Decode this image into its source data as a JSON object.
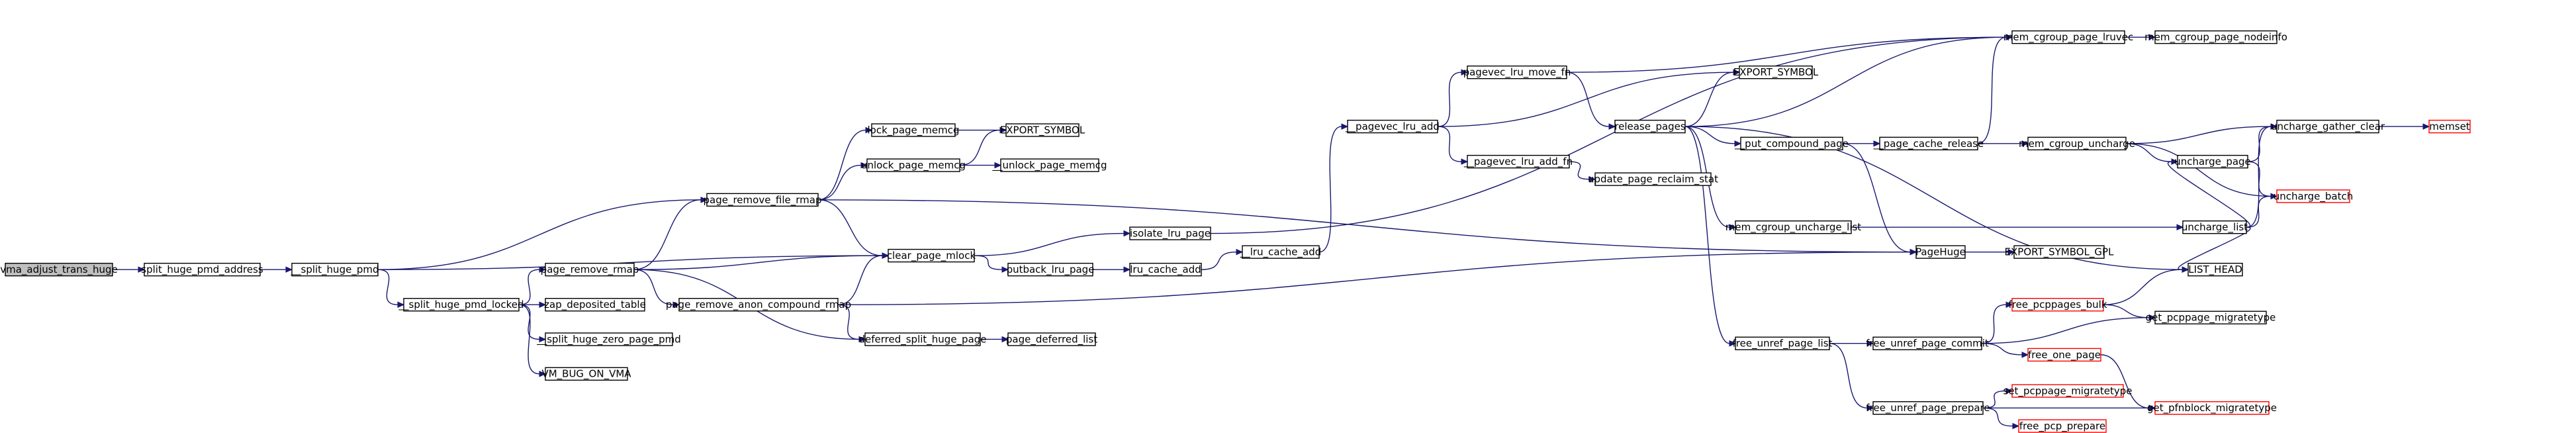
{
  "nodes": [
    {
      "id": "vma_adjust_trans_huge",
      "label": "vma_adjust_trans_huge",
      "root": true
    },
    {
      "id": "split_huge_pmd_address",
      "label": "split_huge_pmd_address"
    },
    {
      "id": "__split_huge_pmd",
      "label": "__split_huge_pmd"
    },
    {
      "id": "__split_huge_pmd_locked",
      "label": "__split_huge_pmd_locked"
    },
    {
      "id": "page_remove_rmap",
      "label": "page_remove_rmap"
    },
    {
      "id": "zap_deposited_table",
      "label": "zap_deposited_table"
    },
    {
      "id": "__split_huge_zero_page_pmd",
      "label": "__split_huge_zero_page_pmd"
    },
    {
      "id": "VM_BUG_ON_VMA",
      "label": "VM_BUG_ON_VMA"
    },
    {
      "id": "page_remove_file_rmap",
      "label": "page_remove_file_rmap"
    },
    {
      "id": "page_remove_anon_compound_rmap",
      "label": "page_remove_anon_compound_rmap"
    },
    {
      "id": "lock_page_memcg",
      "label": "lock_page_memcg"
    },
    {
      "id": "unlock_page_memcg",
      "label": "unlock_page_memcg"
    },
    {
      "id": "EXPORT_SYMBOL_1",
      "label": "EXPORT_SYMBOL"
    },
    {
      "id": "__unlock_page_memcg",
      "label": "__unlock_page_memcg"
    },
    {
      "id": "clear_page_mlock",
      "label": "clear_page_mlock"
    },
    {
      "id": "deferred_split_huge_page",
      "label": "deferred_split_huge_page"
    },
    {
      "id": "page_deferred_list",
      "label": "page_deferred_list"
    },
    {
      "id": "isolate_lru_page",
      "label": "isolate_lru_page"
    },
    {
      "id": "putback_lru_page",
      "label": "putback_lru_page"
    },
    {
      "id": "lru_cache_add",
      "label": "lru_cache_add"
    },
    {
      "id": "__lru_cache_add",
      "label": "__lru_cache_add"
    },
    {
      "id": "__pagevec_lru_add",
      "label": "__pagevec_lru_add"
    },
    {
      "id": "pagevec_lru_move_fn",
      "label": "pagevec_lru_move_fn"
    },
    {
      "id": "__pagevec_lru_add_fn",
      "label": "__pagevec_lru_add_fn"
    },
    {
      "id": "EXPORT_SYMBOL_2",
      "label": "EXPORT_SYMBOL"
    },
    {
      "id": "release_pages",
      "label": "release_pages"
    },
    {
      "id": "update_page_reclaim_stat",
      "label": "update_page_reclaim_stat"
    },
    {
      "id": "__put_compound_page",
      "label": "__put_compound_page"
    },
    {
      "id": "mem_cgroup_uncharge_list",
      "label": "mem_cgroup_uncharge_list"
    },
    {
      "id": "mem_cgroup_page_lruvec",
      "label": "mem_cgroup_page_lruvec"
    },
    {
      "id": "mem_cgroup_page_nodeinfo",
      "label": "mem_cgroup_page_nodeinfo"
    },
    {
      "id": "__page_cache_release",
      "label": "__page_cache_release"
    },
    {
      "id": "mem_cgroup_uncharge",
      "label": "mem_cgroup_uncharge"
    },
    {
      "id": "uncharge_gather_clear",
      "label": "uncharge_gather_clear"
    },
    {
      "id": "memset",
      "label": "memset",
      "red": true
    },
    {
      "id": "uncharge_page",
      "label": "uncharge_page"
    },
    {
      "id": "uncharge_list",
      "label": "uncharge_list"
    },
    {
      "id": "uncharge_batch",
      "label": "uncharge_batch",
      "red": true
    },
    {
      "id": "PageHuge",
      "label": "PageHuge"
    },
    {
      "id": "EXPORT_SYMBOL_GPL",
      "label": "EXPORT_SYMBOL_GPL"
    },
    {
      "id": "LIST_HEAD",
      "label": "LIST_HEAD"
    },
    {
      "id": "free_unref_page_list",
      "label": "free_unref_page_list"
    },
    {
      "id": "free_unref_page_commit",
      "label": "free_unref_page_commit"
    },
    {
      "id": "free_pcppages_bulk",
      "label": "free_pcppages_bulk",
      "red": true
    },
    {
      "id": "get_pcppage_migratetype",
      "label": "get_pcppage_migratetype"
    },
    {
      "id": "free_one_page",
      "label": "free_one_page",
      "red": true
    },
    {
      "id": "free_unref_page_prepare",
      "label": "free_unref_page_prepare"
    },
    {
      "id": "set_pcppage_migratetype",
      "label": "set_pcppage_migratetype",
      "red": true
    },
    {
      "id": "free_pcp_prepare",
      "label": "free_pcp_prepare",
      "red": true
    },
    {
      "id": "get_pfnblock_migratetype",
      "label": "get_pfnblock_migratetype",
      "red": true
    }
  ],
  "edges": [
    [
      "vma_adjust_trans_huge",
      "split_huge_pmd_address"
    ],
    [
      "split_huge_pmd_address",
      "__split_huge_pmd"
    ],
    [
      "__split_huge_pmd",
      "__split_huge_pmd_locked"
    ],
    [
      "__split_huge_pmd",
      "page_remove_file_rmap"
    ],
    [
      "__split_huge_pmd",
      "clear_page_mlock"
    ],
    [
      "__split_huge_pmd_locked",
      "page_remove_rmap"
    ],
    [
      "__split_huge_pmd_locked",
      "zap_deposited_table"
    ],
    [
      "__split_huge_pmd_locked",
      "__split_huge_zero_page_pmd"
    ],
    [
      "__split_huge_pmd_locked",
      "VM_BUG_ON_VMA"
    ],
    [
      "page_remove_rmap",
      "page_remove_file_rmap"
    ],
    [
      "page_remove_rmap",
      "page_remove_anon_compound_rmap"
    ],
    [
      "page_remove_rmap",
      "clear_page_mlock"
    ],
    [
      "page_remove_rmap",
      "deferred_split_huge_page"
    ],
    [
      "page_remove_file_rmap",
      "lock_page_memcg"
    ],
    [
      "page_remove_file_rmap",
      "unlock_page_memcg"
    ],
    [
      "page_remove_file_rmap",
      "clear_page_mlock"
    ],
    [
      "page_remove_file_rmap",
      "PageHuge"
    ],
    [
      "page_remove_anon_compound_rmap",
      "clear_page_mlock"
    ],
    [
      "page_remove_anon_compound_rmap",
      "deferred_split_huge_page"
    ],
    [
      "page_remove_anon_compound_rmap",
      "PageHuge"
    ],
    [
      "lock_page_memcg",
      "EXPORT_SYMBOL_1"
    ],
    [
      "unlock_page_memcg",
      "EXPORT_SYMBOL_1"
    ],
    [
      "unlock_page_memcg",
      "__unlock_page_memcg"
    ],
    [
      "clear_page_mlock",
      "isolate_lru_page"
    ],
    [
      "clear_page_mlock",
      "putback_lru_page"
    ],
    [
      "deferred_split_huge_page",
      "page_deferred_list"
    ],
    [
      "isolate_lru_page",
      "mem_cgroup_page_lruvec"
    ],
    [
      "putback_lru_page",
      "lru_cache_add"
    ],
    [
      "lru_cache_add",
      "__lru_cache_add"
    ],
    [
      "__lru_cache_add",
      "__pagevec_lru_add"
    ],
    [
      "__pagevec_lru_add",
      "pagevec_lru_move_fn"
    ],
    [
      "__pagevec_lru_add",
      "EXPORT_SYMBOL_2"
    ],
    [
      "__pagevec_lru_add",
      "__pagevec_lru_add_fn"
    ],
    [
      "pagevec_lru_move_fn",
      "mem_cgroup_page_lruvec"
    ],
    [
      "pagevec_lru_move_fn",
      "release_pages"
    ],
    [
      "__pagevec_lru_add_fn",
      "update_page_reclaim_stat"
    ],
    [
      "release_pages",
      "EXPORT_SYMBOL_2"
    ],
    [
      "release_pages",
      "mem_cgroup_page_lruvec"
    ],
    [
      "release_pages",
      "__put_compound_page"
    ],
    [
      "release_pages",
      "mem_cgroup_uncharge_list"
    ],
    [
      "release_pages",
      "LIST_HEAD"
    ],
    [
      "release_pages",
      "free_unref_page_list"
    ],
    [
      "__put_compound_page",
      "__page_cache_release"
    ],
    [
      "__put_compound_page",
      "PageHuge"
    ],
    [
      "mem_cgroup_uncharge_list",
      "uncharge_list"
    ],
    [
      "mem_cgroup_page_lruvec",
      "mem_cgroup_page_nodeinfo"
    ],
    [
      "__page_cache_release",
      "mem_cgroup_page_lruvec"
    ],
    [
      "__page_cache_release",
      "mem_cgroup_uncharge"
    ],
    [
      "mem_cgroup_uncharge",
      "uncharge_gather_clear"
    ],
    [
      "mem_cgroup_uncharge",
      "uncharge_page"
    ],
    [
      "mem_cgroup_uncharge",
      "uncharge_batch"
    ],
    [
      "uncharge_list",
      "uncharge_gather_clear"
    ],
    [
      "uncharge_list",
      "uncharge_page"
    ],
    [
      "uncharge_list",
      "uncharge_batch"
    ],
    [
      "uncharge_list",
      "LIST_HEAD"
    ],
    [
      "uncharge_page",
      "uncharge_gather_clear"
    ],
    [
      "uncharge_page",
      "uncharge_batch"
    ],
    [
      "uncharge_gather_clear",
      "memset"
    ],
    [
      "PageHuge",
      "EXPORT_SYMBOL_GPL"
    ],
    [
      "free_unref_page_list",
      "free_unref_page_commit"
    ],
    [
      "free_unref_page_list",
      "free_unref_page_prepare"
    ],
    [
      "free_unref_page_commit",
      "free_pcppages_bulk"
    ],
    [
      "free_unref_page_commit",
      "get_pcppage_migratetype"
    ],
    [
      "free_unref_page_commit",
      "free_one_page"
    ],
    [
      "free_pcppages_bulk",
      "LIST_HEAD"
    ],
    [
      "free_pcppages_bulk",
      "get_pcppage_migratetype"
    ],
    [
      "free_unref_page_prepare",
      "set_pcppage_migratetype"
    ],
    [
      "free_unref_page_prepare",
      "free_pcp_prepare"
    ],
    [
      "free_unref_page_prepare",
      "get_pfnblock_migratetype"
    ],
    [
      "free_one_page",
      "get_pfnblock_migratetype"
    ]
  ]
}
